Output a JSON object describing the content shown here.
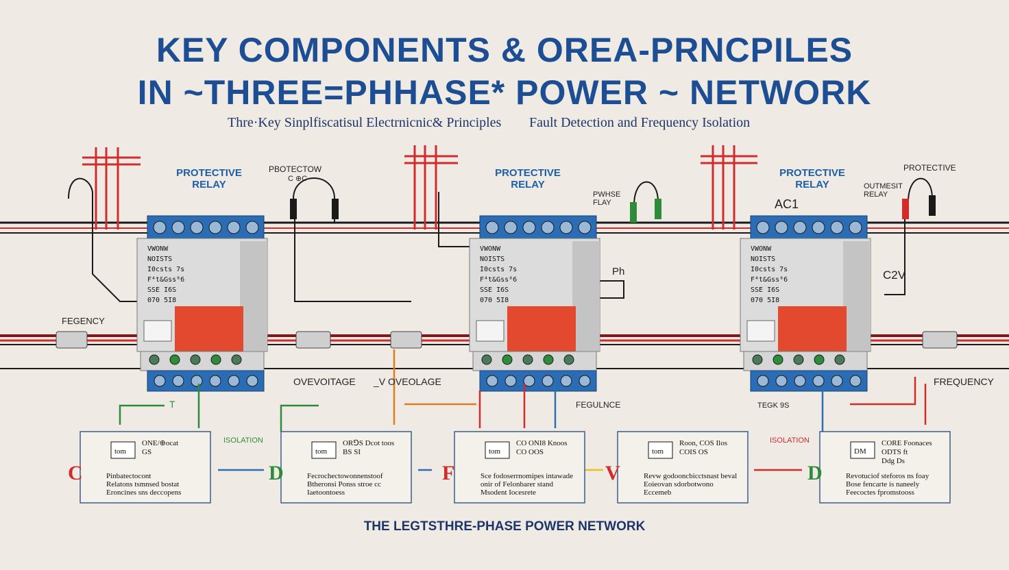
{
  "header": {
    "title_line1": "KEY COMPONENTS & OREA-PRNCPILES",
    "title_line2": "IN ~THREE=PHHASE*  POWER ~ NETWORK",
    "subtitle_left": "Thre·Key Sinplfiscatisul Electrnicnic& Principles",
    "subtitle_right": "Fault Detection and Frequency Isolation"
  },
  "labels": {
    "relay1_title": "PROTECTIVE\nRELAY",
    "relay1_side": "PBOTECTOW",
    "relay1_side2": "C ⊕C",
    "relay2_title": "PROTECTIVE\nRELAY",
    "relay2_side": "PWHSE\nFLAY",
    "relay3_title": "PROTECTIVE\nRELAY",
    "relay3_side": "PROTECTIVE",
    "relay3_side2": "OUTMESIT\nRELAY",
    "relay3_ac": "AC1",
    "relay3_v": "C2V",
    "relay2_ph": "Ph",
    "frequency_left": "FEGENCY",
    "frequency_right": "FREQUENCY",
    "overvoltage1": "OVEVOITAGE",
    "overvoltage2": "_V  OVEOLAGE",
    "fegulnce": "FEGULNCE",
    "isolation1": "ISOLATION",
    "isolation2": "ISOLATION",
    "tegk": "TEGK 9S",
    "t_mark": "T"
  },
  "relay_text": {
    "brand": "VWONW",
    "line1": "NOISTS",
    "line2": "I0csts 7s",
    "line3": "F⁴t&Gss⁸6",
    "line4": "SSE   I6S",
    "line5": "070  5I8"
  },
  "boxes": [
    {
      "letter": "C",
      "letter_color": "#d12b2b",
      "tag": "tom",
      "head": "ONE/⊕ocat\nGS",
      "body": "Pinbatectocont\nRelatons tsmnsed bostat\nEroncines sns deccopens"
    },
    {
      "letter": "D",
      "letter_color": "#2e8b3a",
      "tag": "tom",
      "head": "OR⅁S  Dcot toos\nBS    SI",
      "body": "Fecrochectowonnenstoof\nBtheronsi Ponss stroe cc\nIaetoontoess"
    },
    {
      "letter": "F",
      "letter_color": "#d12b2b",
      "tag": "tom",
      "head": "CO   ONI8  Knoos\nCO   OOS",
      "body": "Sce fodoserrnomipes intawade\nonir of Felonbarer stand\nMsodent Iocesrete"
    },
    {
      "letter": "V",
      "letter_color": "#d12b2b",
      "tag": "tom",
      "head": "Roon, COS  Ilos\nCOIS  OS",
      "body": "Revw godooncbicctsnast beval\nEoieovan  sdorbotwono\nEccemeb"
    },
    {
      "letter": "D",
      "letter_color": "#2e8b3a",
      "tag": "DM",
      "head": "CORE   Foonaces\nODTS ft\nDdg Ds",
      "body": "Revotuciof steforos ns foay\nBose fencarte is naneely\nFeecoctes fpromstooss"
    }
  ],
  "footer": "THE LEGTSTHRE-PHASE POWER NETWORK",
  "colors": {
    "title": "#1d4e93",
    "wire_red": "#d12b2b",
    "wire_black": "#1a1a1a",
    "relay_blue": "#2a6db5",
    "relay_red": "#e2492f",
    "arrow_green": "#2e8b3a",
    "arrow_orange": "#e07b1e",
    "arrow_blue": "#2c6fb0",
    "arrow_yellow": "#e8c21c"
  }
}
